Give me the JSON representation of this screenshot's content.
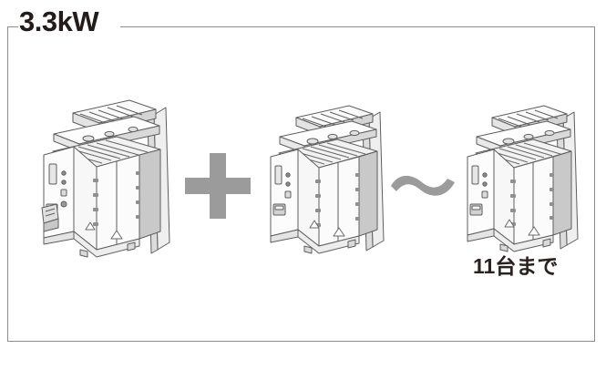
{
  "diagram": {
    "frame": {
      "label": "3.3kW",
      "border_color": "#8d8d8d"
    },
    "operators": [
      {
        "name": "plus",
        "symbol": "+",
        "color": "#9b9b9b"
      },
      {
        "name": "tilde",
        "symbol": "～",
        "color": "#9b9b9b"
      }
    ],
    "units": [
      {
        "index": 1,
        "type": "servo-amplifier-unit",
        "alt": "3.3kW drive unit with side mounting plate and top connector bar"
      },
      {
        "index": 2,
        "type": "servo-amplifier-unit",
        "alt": "3.3kW drive unit with side mounting plate and top connector bar"
      },
      {
        "index": 3,
        "type": "servo-amplifier-unit",
        "alt": "3.3kW drive unit with side mounting plate and top connector bar"
      }
    ],
    "notes": {
      "max_units": "11台まで"
    },
    "colors": {
      "outline": "#595959",
      "body_light": "#fbfbfb",
      "body_mid": "#e9e9e9",
      "body_shade": "#cfcfcf",
      "body_dark": "#b9b9b9",
      "accent_gray": "#9b9b9b",
      "text": "#231c1a",
      "background": "#ffffff"
    }
  }
}
